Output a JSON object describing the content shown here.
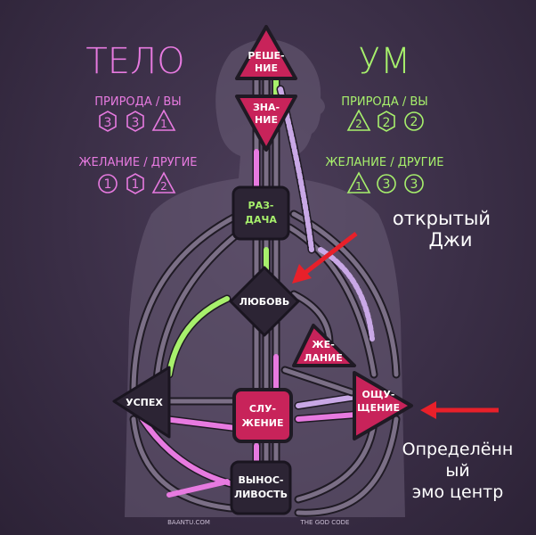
{
  "left_panel": {
    "title": "ТЕЛО",
    "nature_label": "ПРИРОДА / ВЫ",
    "nature_values": [
      "3",
      "3",
      "1"
    ],
    "desire_label": "ЖЕЛАНИЕ / ДРУГИЕ",
    "desire_values": [
      "1",
      "1",
      "2"
    ],
    "color": "#e77ae0"
  },
  "right_panel": {
    "title": "УМ",
    "nature_label": "ПРИРОДА / ВЫ",
    "nature_values": [
      "2",
      "2",
      "2"
    ],
    "desire_label": "ЖЕЛАНИЕ / ДРУГИЕ",
    "desire_values": [
      "1",
      "3",
      "3"
    ],
    "color": "#a7f06c"
  },
  "centers": {
    "head": {
      "line1": "РЕШЕ-",
      "line2": "НИЕ"
    },
    "ajna": {
      "line1": "ЗНА-",
      "line2": "НИЕ"
    },
    "throat": {
      "line1": "РАЗ-",
      "line2": "ДАЧА"
    },
    "g": {
      "line1": "ЛЮБОВЬ"
    },
    "ego": {
      "line1": "ЖЕ-",
      "line2": "ЛАНИЕ"
    },
    "spleen": {
      "line1": "УСПЕХ"
    },
    "sacral": {
      "line1": "СЛУ-",
      "line2": "ЖЕНИЕ"
    },
    "solar": {
      "line1": "ОЩУ-",
      "line2": "ЩЕНИЕ"
    },
    "root": {
      "line1": "ВЫНОС-",
      "line2": "ЛИВОСТЬ"
    }
  },
  "annotations": {
    "open_g_line1": "открытый",
    "open_g_line2": "Джи",
    "emo_line1": "Определённ",
    "emo_line2": "ый",
    "emo_line3": "эмо центр"
  },
  "footer": {
    "left": "BAANTU.COM",
    "right": "THE GOD CODE"
  },
  "colors": {
    "center_fill": "#c8235a",
    "center_dark": "#2c2434",
    "pink_channel": "#e77ae0",
    "green_channel": "#a7f06c",
    "arrow": "#e8202a"
  }
}
